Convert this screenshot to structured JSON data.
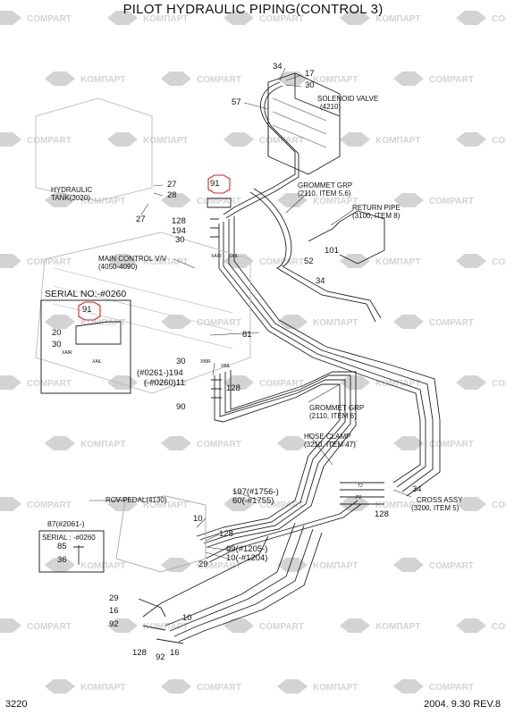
{
  "title": "PILOT HYDRAULIC PIPING(CONTROL 3)",
  "watermark": {
    "text_a": "COMPART",
    "text_b": "KOMПAPT",
    "color": "#d3d3d3"
  },
  "labels": {
    "solenoid_valve": "SOLENOID VALVE",
    "solenoid_valve_ref": "(4210)",
    "hydraulic_tank": "HYDRAULIC",
    "hydraulic_tank_ref": "TANK(3020)",
    "grommet_grp_1": "GROMMET GRP",
    "grommet_grp_1_ref": "(2110, ITEM 5,6)",
    "return_pipe": "RETURN PIPE",
    "return_pipe_ref": "(3100, ITEM 8)",
    "main_control": "MAIN CONTROL V/V",
    "main_control_ref": "(4050-4090)",
    "grommet_grp_2": "GROMMET GRP",
    "grommet_grp_2_ref": "(2110, ITEM 6)",
    "hose_clamp": "HOSE CLAMP",
    "hose_clamp_ref": "(3210, ITEM 47)",
    "cross_assy": "CROSS ASSY",
    "cross_assy_ref": "(3200, ITEM 5)",
    "rcv_pedal": "RCV-PEDAL(4130)"
  },
  "serial_box_1": {
    "title": "SERIAL NO:-#0260"
  },
  "serial_box_2": {
    "line1": "87(#2061-)",
    "line2": "SERIAL : -#0260"
  },
  "port_labels": {
    "xair": "XAIR",
    "xail": "XAIL",
    "xbir": "XBIR",
    "xbil": "XBIL",
    "t2": "T2",
    "p2": "P2"
  },
  "parts": {
    "p34_top": "34",
    "p17": "17",
    "p30_top": "30",
    "p57": "57",
    "p91_main": "91",
    "p27a": "27",
    "p28": "28",
    "p27b": "27",
    "p128_a": "128",
    "p194": "194",
    "p30_b": "30",
    "p52": "52",
    "p101": "101",
    "p34_b": "34",
    "p91_box": "91",
    "p20": "20",
    "p30_box": "30",
    "p81": "81",
    "p30_c": "30",
    "p0261_194": "(#0261-)194",
    "p0260_11": "(-#0260)11",
    "p128_c": "128",
    "p90": "90",
    "p34_cross": "34",
    "p128_cross": "128",
    "p197": "197(#1756-)",
    "p60": "60(-#1755)",
    "p10_a": "10",
    "p128_d": "128",
    "p99": "99(#1205-)",
    "p10_b": "10(-#1204)",
    "p29_a": "29",
    "p85": "85",
    "p36": "36",
    "p29_b": "29",
    "p16_a": "16",
    "p92_a": "92",
    "p10_c": "10",
    "p128_e": "128",
    "p92_b": "92",
    "p16_b": "16"
  },
  "footer": {
    "page": "3220",
    "date_rev": "2004. 9.30  REV.8"
  }
}
